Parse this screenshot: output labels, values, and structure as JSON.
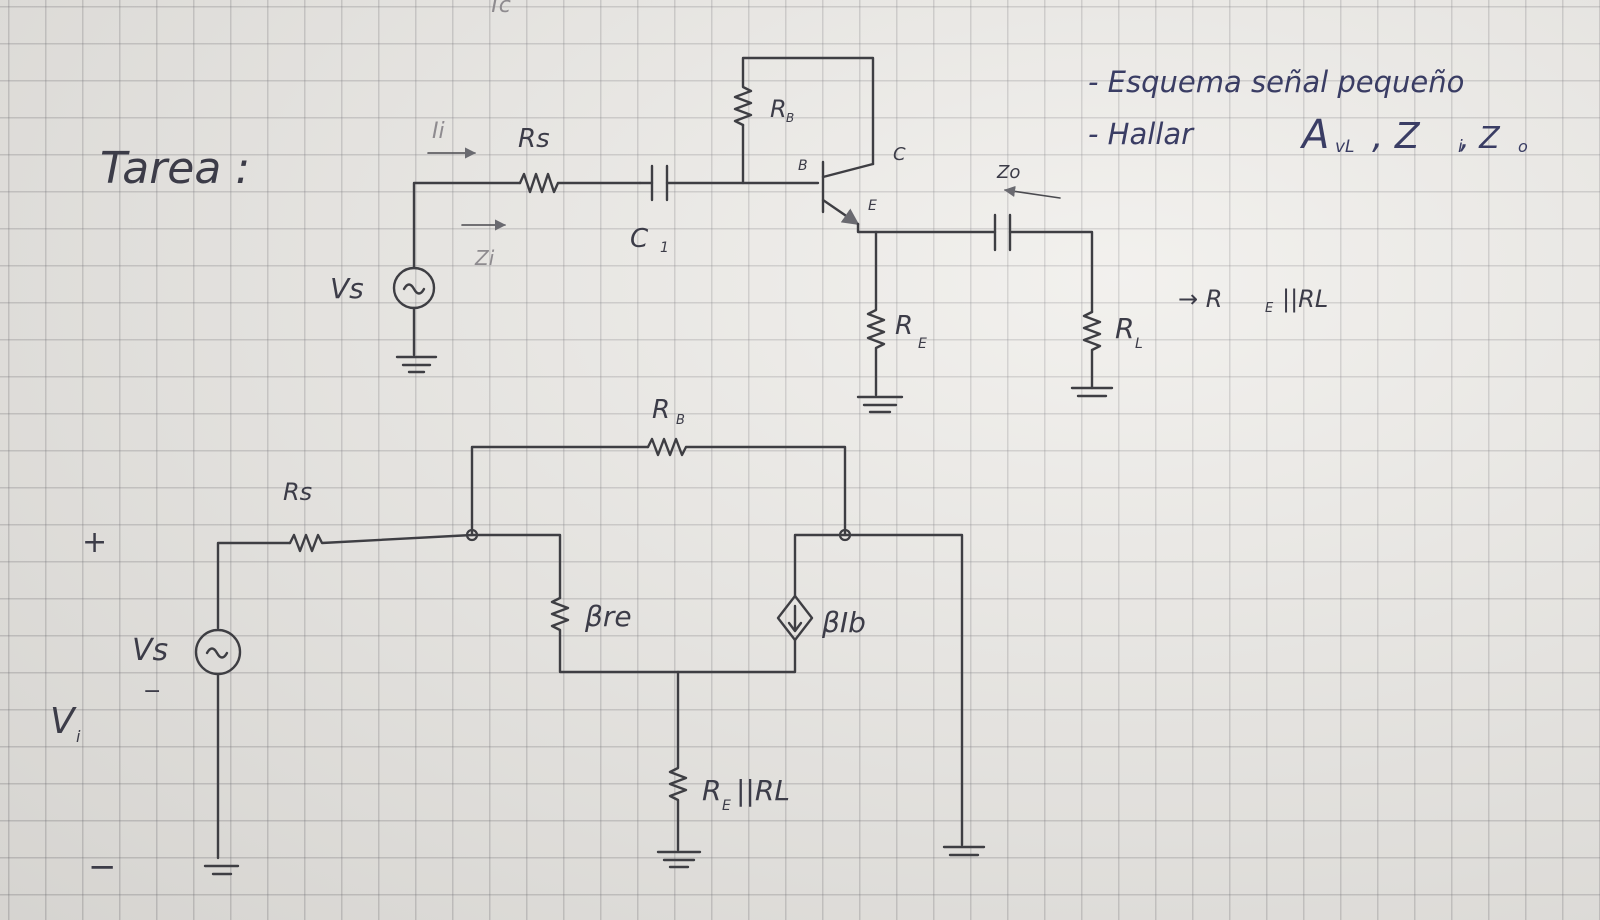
{
  "title": "Tarea :",
  "top_fragment": "Tc",
  "notes": {
    "line1": "- Esquema señal pequeño",
    "line2": "- Hallar",
    "avl": "A",
    "avl_sub": "vL",
    "zs": ", Z",
    "zi_sub": "i",
    "zo": ", Z",
    "zo_sub": "o"
  },
  "top_circuit": {
    "ii": "Ii",
    "rs": "Rs",
    "zi": "Zi",
    "c1": "C",
    "c1_sub": "1",
    "vs": "Vs",
    "source_symbol": "~",
    "rb": "R",
    "rb_sub": "B",
    "b": "B",
    "c": "C",
    "e": "E",
    "zo": "Zo",
    "re": "R",
    "re_sub": "E",
    "rl": "R",
    "rl_sub": "L",
    "parallel_note": "→ R",
    "parallel_note_sub": "E",
    "parallel_note_rest": "||RL"
  },
  "bottom_circuit": {
    "rb": "R",
    "rb_sub": "B",
    "rs": "Rs",
    "plus": "+",
    "vs": "Vs",
    "source_symbol": "~",
    "minus": "−",
    "vi": "V",
    "vi_sub": "i",
    "minus_bottom": "−",
    "bre": "βre",
    "bib": "βIb",
    "rerl": "R",
    "rerl_sub": "E",
    "rerl_rest": "||RL"
  }
}
